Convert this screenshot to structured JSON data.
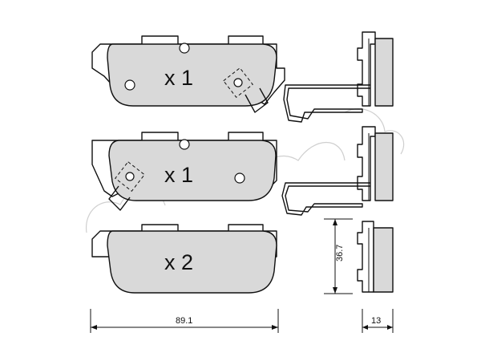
{
  "pads": [
    {
      "quantity": "x 1"
    },
    {
      "quantity": "x 1"
    },
    {
      "quantity": "x 2"
    }
  ],
  "dimensions": {
    "width": "89.1",
    "height": "36.7",
    "thickness": "13"
  },
  "colors": {
    "friction_material": "#d9d9d9",
    "outline": "#111111",
    "watermark": "#cfcfcf"
  }
}
